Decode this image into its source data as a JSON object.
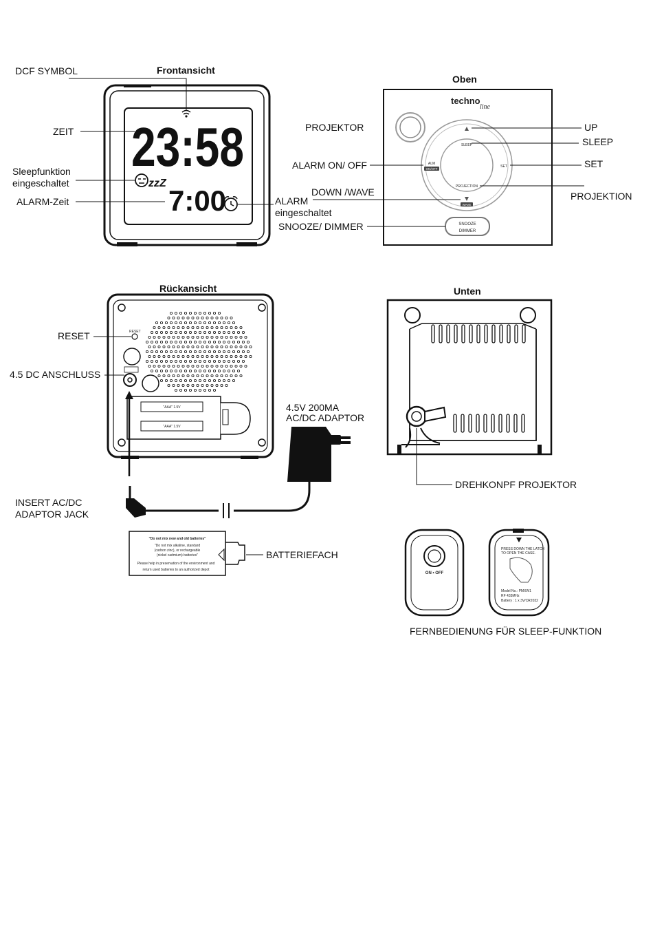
{
  "front": {
    "title": "Frontansicht",
    "dcf_label": "DCF SYMBOL",
    "time_label": "ZEIT",
    "sleep_label_1": "Sleepfunktion",
    "sleep_label_2": "eingeschaltet",
    "alarm_time_label": "ALARM-Zeit",
    "alarm_on_label_1": "ALARM",
    "alarm_on_label_2": "eingeschaltet",
    "display_time": "23:58",
    "display_alarm": "7:00",
    "sleep_symbol": "zzZ"
  },
  "top": {
    "title": "Oben",
    "brand": "techno",
    "brand_script": "line",
    "projector_label": "PROJEKTOR",
    "up_label": "UP",
    "sleep_label": "SLEEP",
    "set_label": "SET",
    "projection_label": "PROJEKTION",
    "alarm_onoff_label": "ALARM ON/ OFF",
    "down_wave_label": "DOWN /WAVE",
    "snooze_label": "SNOOZE/ DIMMER",
    "btn_sleep": "SLEEP",
    "btn_set": "SET",
    "btn_alm": "ALM",
    "btn_onoff": "ON/OFF",
    "btn_projection": "PROJECTION",
    "btn_wave": "WAVE",
    "btn_snooze": "SNOOZE",
    "btn_dimmer": "DIMMER"
  },
  "back": {
    "title": "Rückansicht",
    "reset_label": "RESET",
    "reset_print": "RESET",
    "dc_label": "4.5 DC ANSCHLUSS",
    "adaptor_label_1": "4.5V 200MA",
    "adaptor_label_2": "AC/DC ADAPTOR",
    "jack_label_1": "INSERT AC/DC",
    "jack_label_2": "ADAPTOR JACK",
    "battery_label": "BATTERIEFACH",
    "battery_cell": "\"AAA\" 1.5V",
    "battery_note_1": "\"Do not mix new and old batteries\"",
    "battery_note_2": "\"Do not mix alkaline, standard",
    "battery_note_3": "(carbon zinc), or rechargeable",
    "battery_note_4": "(nickel cadmium) batteries\"",
    "battery_note_5": "Please help in preservation of the environment and",
    "battery_note_6": "return used batteries to an authorized depot"
  },
  "bottom": {
    "title": "Unten",
    "knob_label": "DREHKONPF PROJEKTOR"
  },
  "remote": {
    "label": "FERNBEDIENUNG FÜR SLEEP-FUNKTION",
    "onoff": "ON • OFF",
    "latch_1": "PRESS DOWN THE LATCH",
    "latch_2": "TO OPEN THE CASE.",
    "model_1": "Model No.: PMXW1",
    "model_2": "RF 433MHz",
    "model_3": "Battery : 1 x 3V/CR2032"
  }
}
